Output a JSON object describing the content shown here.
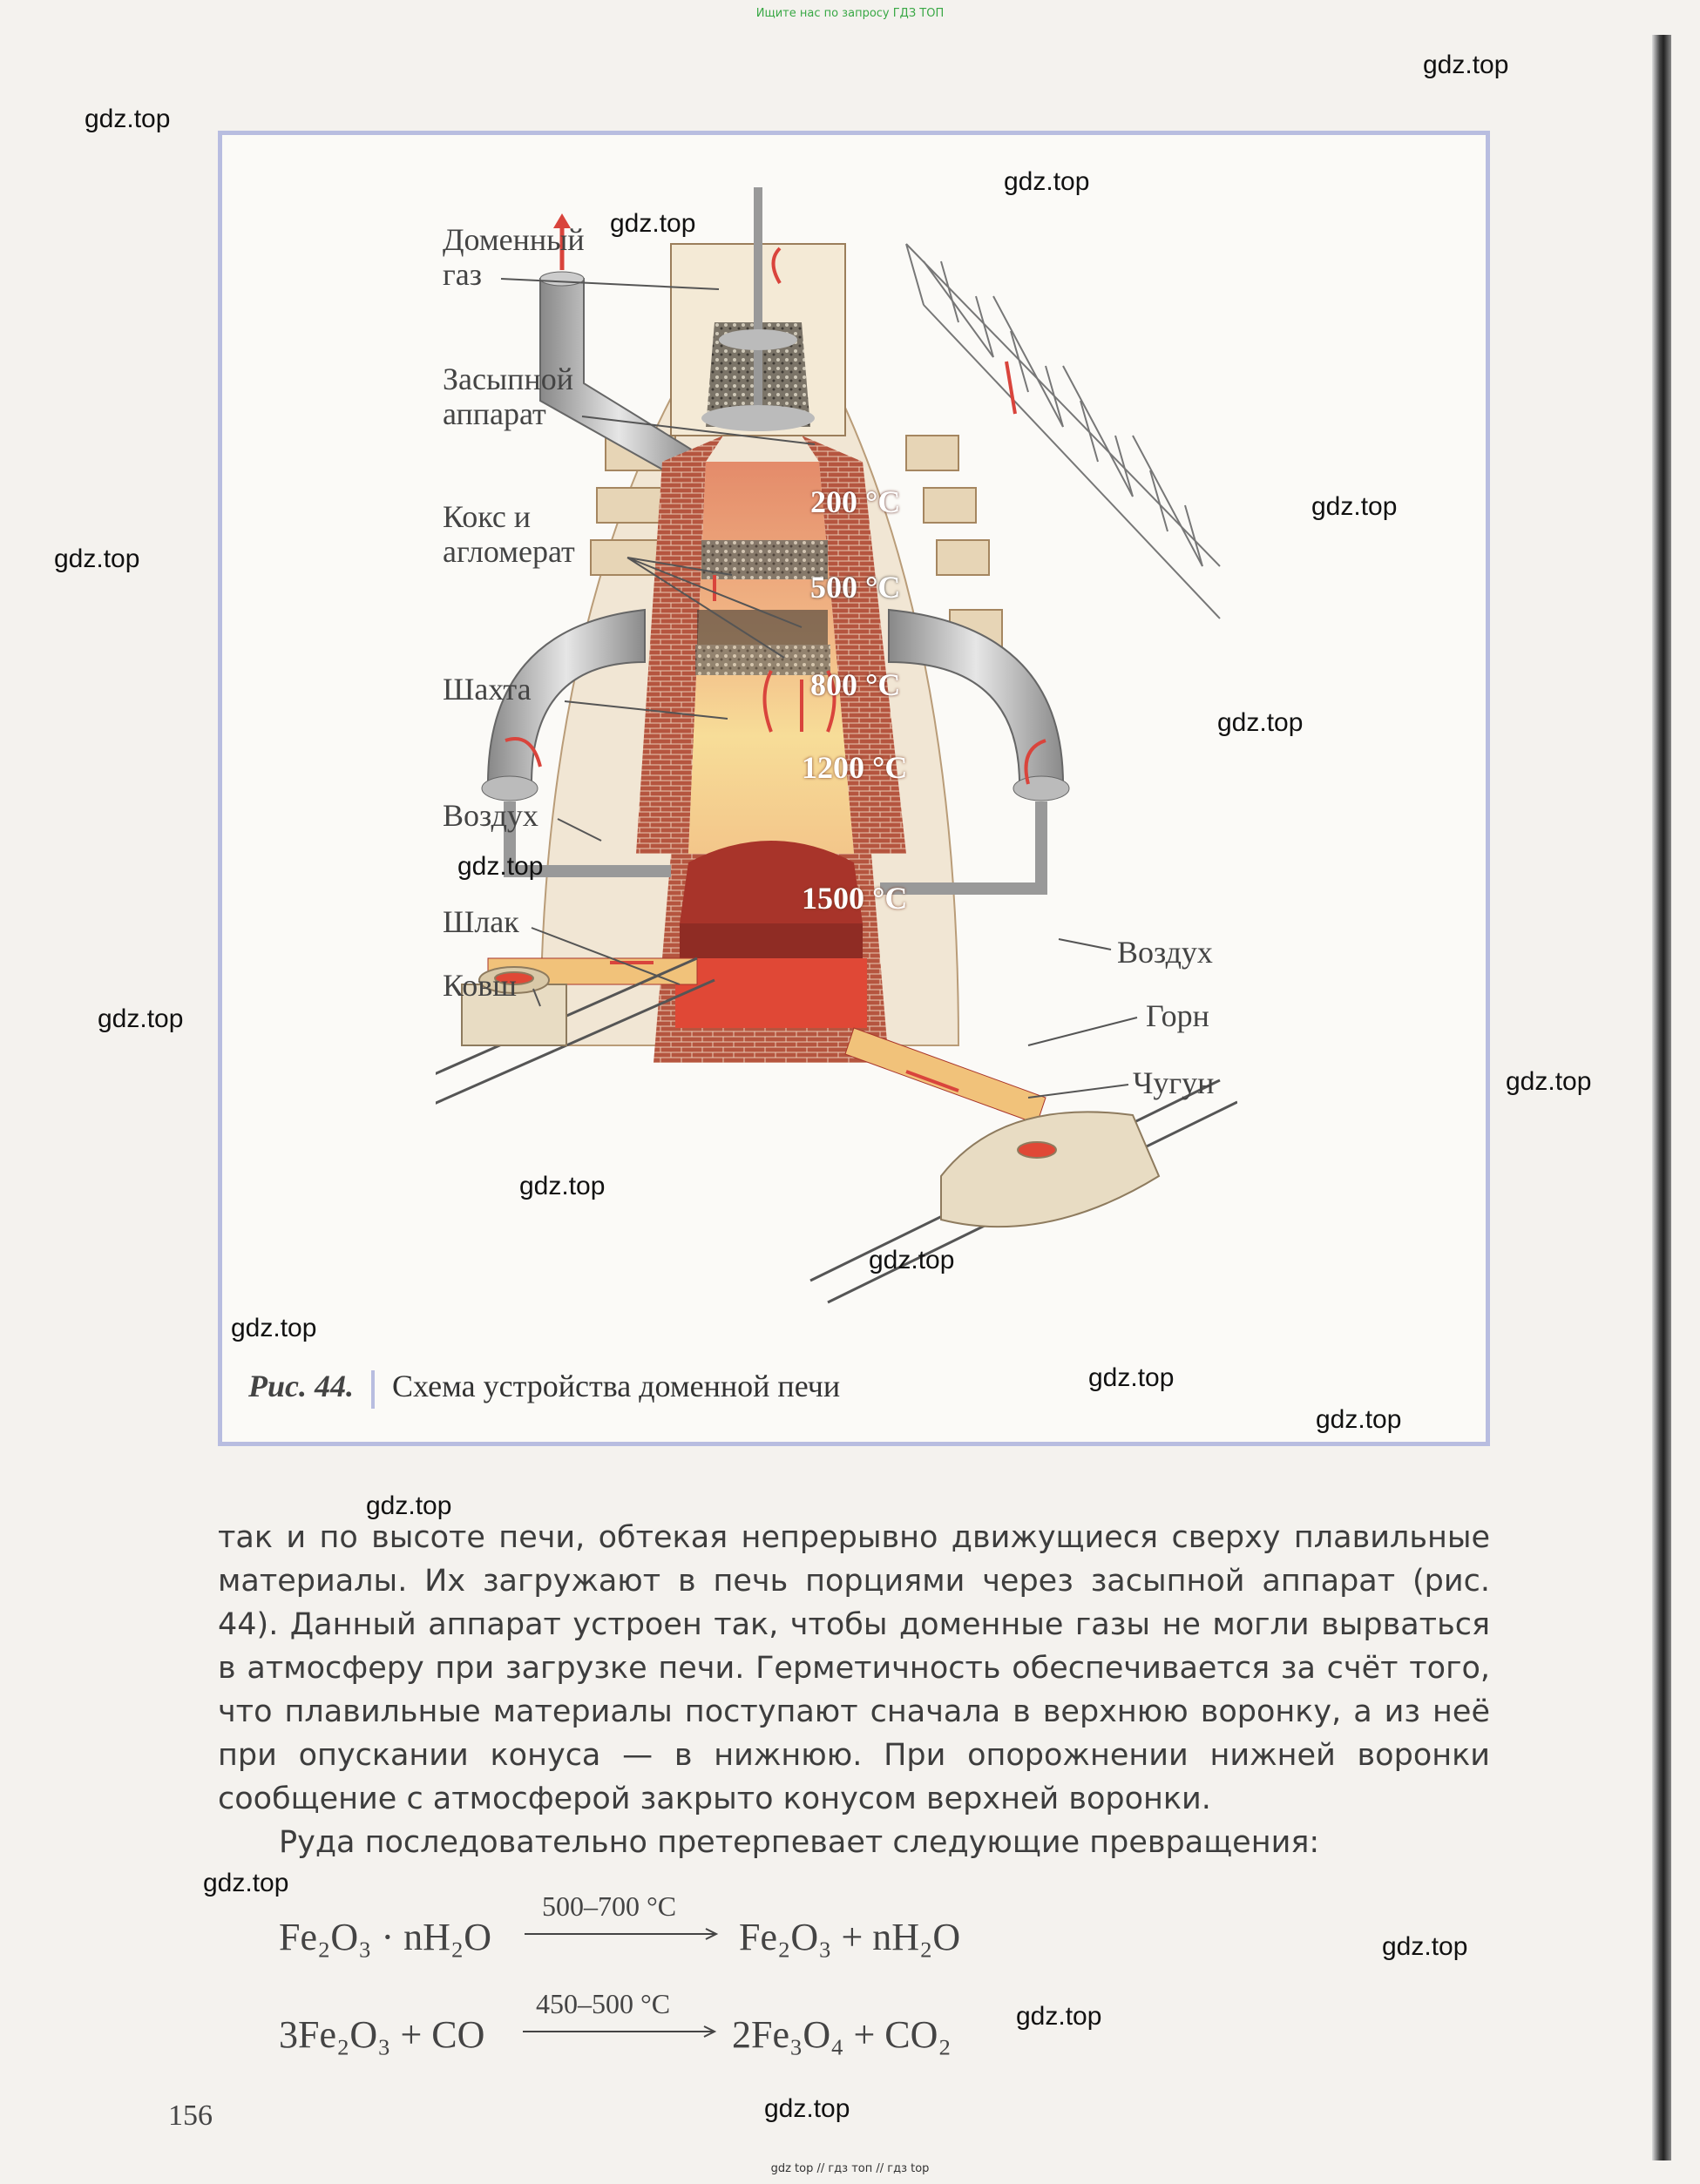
{
  "banners": {
    "top": "Ищите нас по запросу ГДЗ ТОП",
    "bottom": "gdz top  //  гдз топ  //  гдз top"
  },
  "watermark": "gdz.top",
  "figure": {
    "labels": {
      "gas": "Доменный\nгаз",
      "charger": "Засыпной\nаппарат",
      "coke": "Кокс и\nагломерат",
      "shaft": "Шахта",
      "air_left": "Воздух",
      "slag": "Шлак",
      "ladle": "Ковш",
      "air_right": "Воздух",
      "hearth": "Горн",
      "iron": "Чугун"
    },
    "temperatures": [
      "200 °C",
      "500 °C",
      "800 °C",
      "1200 °C",
      "1500 °C"
    ],
    "caption_num": "Рис. 44.",
    "caption_text": "Схема устройства доменной печи"
  },
  "text": {
    "p1": "так и по высоте печи, обтекая непрерывно движущиеся сверху плавильные материалы. Их загружают в печь порциями через засыпной аппарат (рис. 44). Данный аппарат устроен так, чтобы доменные газы не могли вырваться в атмосферу при загрузке печи. Герметичность обеспечивается за счёт того, что плавильные материалы поступают сначала в верхнюю воронку, а из неё при опускании конуса — в нижнюю. При опорожнении нижней воронки сообщение с атмосферой закрыто конусом верхней воронки.",
    "p2": "Руда последовательно претерпевает следующие превращения:"
  },
  "equations": [
    {
      "left": "Fe₂O₃ · nH₂O",
      "condition": "500–700 °C",
      "right": "Fe₂O₃ + nH₂O"
    },
    {
      "left": "3Fe₂O₃ + CO",
      "condition": "450–500 °C",
      "right": "2Fe₃O₄ + CO₂"
    }
  ],
  "page_number": "156",
  "colors": {
    "frame": "#b8bde0",
    "brick": "#b5553f",
    "hot": "#f1c27a",
    "arrow": "#d9443c"
  }
}
